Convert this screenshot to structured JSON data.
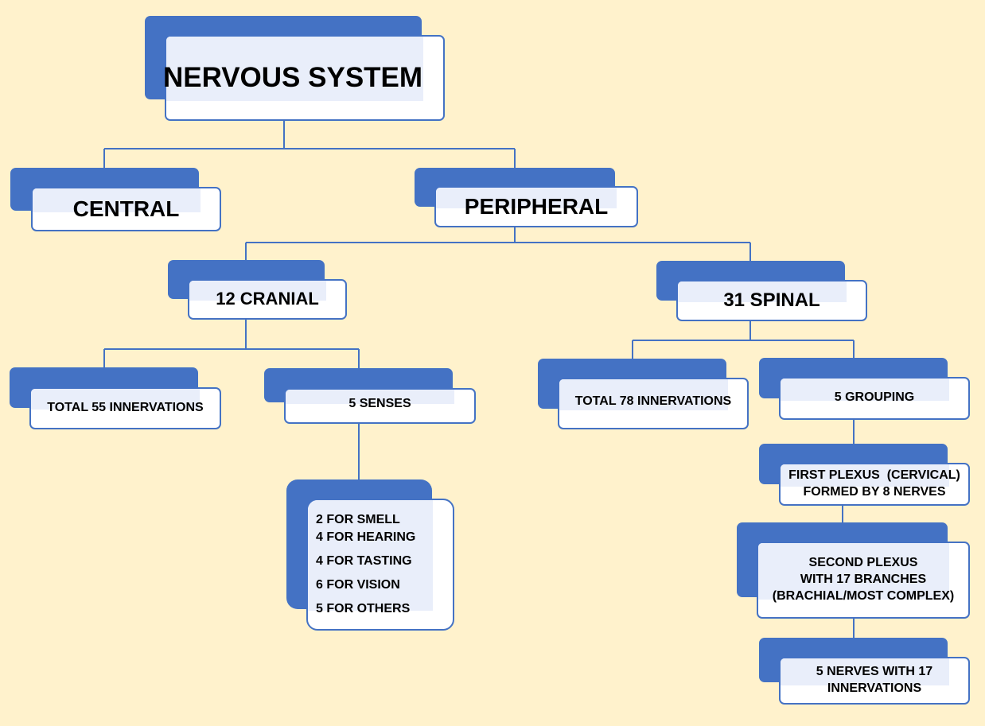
{
  "diagram": {
    "colors": {
      "background": "#fff2cc",
      "accent": "#4472c4",
      "box": "#ffffff",
      "connector": "#4472c4"
    },
    "nodes": {
      "root": "NERVOUS SYSTEM",
      "central": "CENTRAL",
      "peripheral": "PERIPHERAL",
      "cranial": "12 CRANIAL",
      "spinal": "31 SPINAL",
      "total55": "TOTAL 55 INNERVATIONS",
      "senses": "5 SENSES",
      "total78": "TOTAL 78 INNERVATIONS",
      "grouping": "5 GROUPING",
      "plexus1": [
        "FIRST PLEXUS  (CERVICAL)",
        "FORMED BY 8 NERVES"
      ],
      "plexus2": [
        "SECOND PLEXUS",
        "WITH 17 BRANCHES",
        "(BRACHIAL/MOST COMPLEX)"
      ],
      "nerves5": [
        "5 NERVES WITH 17",
        "INNERVATIONS"
      ],
      "senses_list": [
        "2 FOR SMELL",
        "4 FOR HEARING",
        "4 FOR TASTING",
        "6 FOR VISION",
        "5 FOR OTHERS"
      ]
    }
  }
}
